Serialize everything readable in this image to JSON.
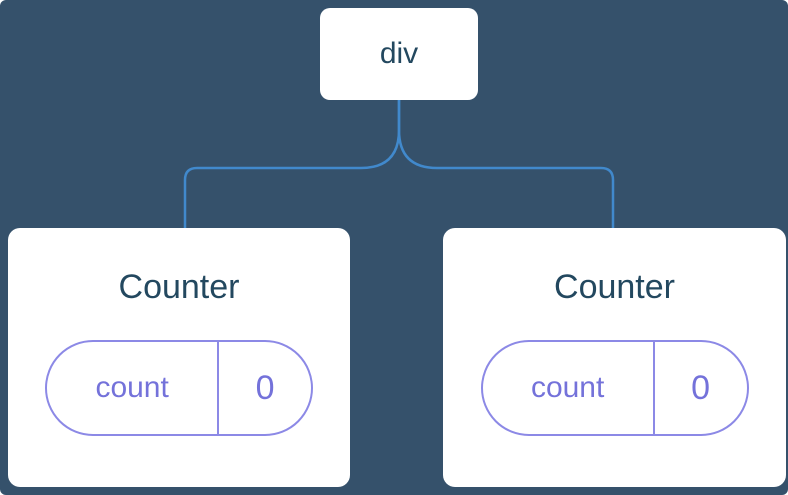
{
  "diagram": {
    "description": "Component tree diagram: a div root with two Counter children, each holding count state",
    "root": {
      "label": "div"
    },
    "children": [
      {
        "title": "Counter",
        "state": {
          "key": "count",
          "value": "0"
        }
      },
      {
        "title": "Counter",
        "state": {
          "key": "count",
          "value": "0"
        }
      }
    ]
  },
  "colors": {
    "background": "#35516b",
    "node_background": "#ffffff",
    "connector": "#4189cc",
    "title_text": "#23485f",
    "pill_border": "#8c89e6",
    "state_text": "#7472da"
  }
}
